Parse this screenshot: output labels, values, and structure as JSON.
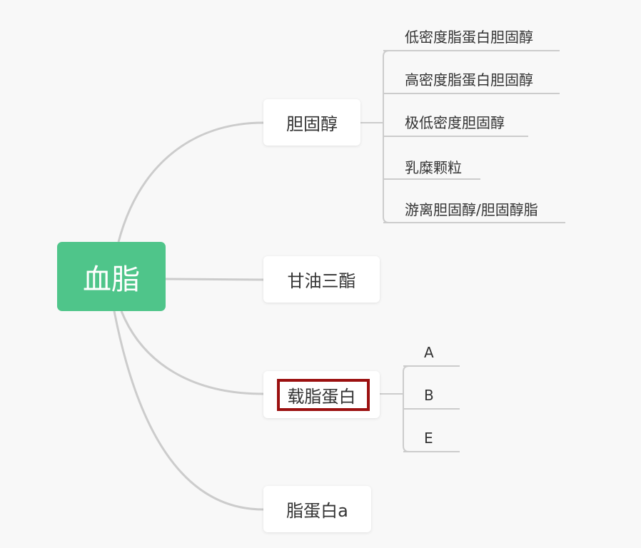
{
  "colors": {
    "root_bg": "#4fc58a",
    "link": "#cccccc",
    "highlight_border": "#9b1010"
  },
  "root": {
    "label": "血脂"
  },
  "branches": [
    {
      "label": "胆固醇",
      "children": [
        "低密度脂蛋白胆固醇",
        "高密度脂蛋白胆固醇",
        "极低密度胆固醇",
        "乳糜颗粒",
        "游离胆固醇/胆固醇脂"
      ]
    },
    {
      "label": "甘油三酯",
      "children": []
    },
    {
      "label": "载脂蛋白",
      "highlighted": true,
      "children": [
        "A",
        "B",
        "E"
      ]
    },
    {
      "label": "脂蛋白a",
      "children": []
    }
  ]
}
